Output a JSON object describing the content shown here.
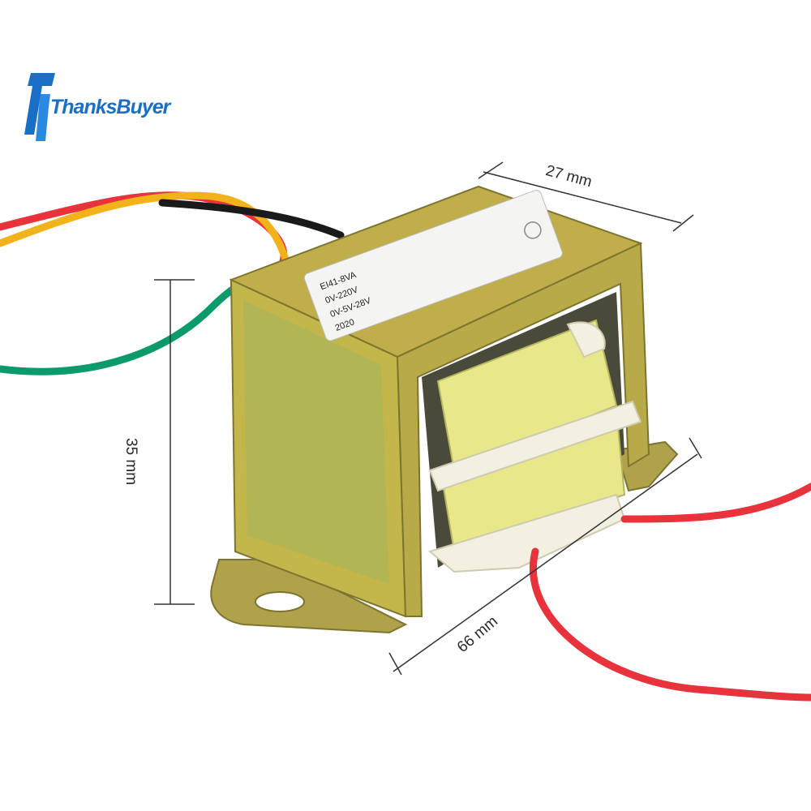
{
  "brand": {
    "name": "ThanksBuyer",
    "logo_icon": "tb-logo-icon",
    "color": "#1a6fc4"
  },
  "product": {
    "label_lines": [
      "EI41-8VA",
      "0V-220V",
      "0V-5V-28V",
      "2020"
    ]
  },
  "dimensions": {
    "width_label": "27 mm",
    "height_label": "35 mm",
    "depth_label": "66 mm"
  },
  "colors": {
    "core": "#b7b24a",
    "coil": "#e8e88a",
    "wire_red": "#e8333c",
    "wire_yellow": "#f2b21a",
    "wire_green": "#0a9a6c",
    "wire_black": "#1a1a1a"
  }
}
